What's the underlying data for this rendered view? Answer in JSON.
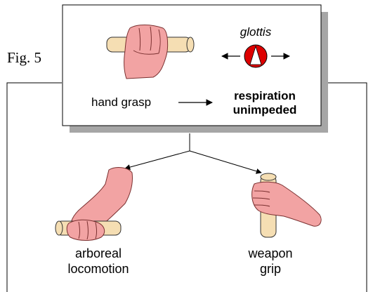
{
  "figure": {
    "label": "Fig. 5"
  },
  "top_box": {
    "glottis_label": "glottis",
    "left_caption": "hand grasp",
    "result_line1": "respiration",
    "result_line2": "unimpeded"
  },
  "outcomes": [
    {
      "line1": "arboreal",
      "line2": "locomotion"
    },
    {
      "line1": "weapon",
      "line2": "grip"
    }
  ],
  "colors": {
    "skin": "#f2a3a3",
    "skin_outline": "#7a3030",
    "rod": "#f5deb3",
    "glottis_red": "#dd0000",
    "shadow": "#a6a6a6"
  }
}
